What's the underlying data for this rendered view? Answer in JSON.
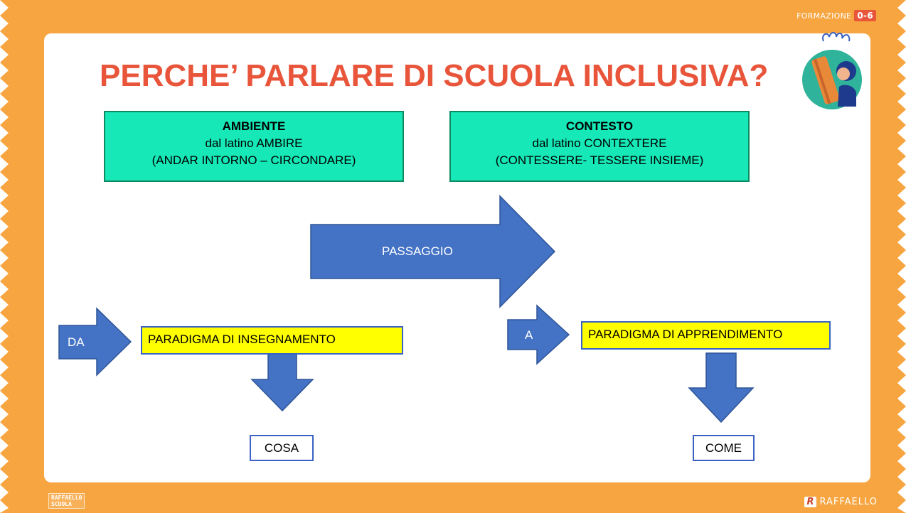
{
  "header": {
    "brand_label": "FORMAZIONE",
    "brand_age": "0-6"
  },
  "title": "PERCHE’ PARLARE DI SCUOLA INCLUSIVA?",
  "ambiente": {
    "heading": "AMBIENTE",
    "line1": "dal latino AMBIRE",
    "line2": "(ANDAR INTORNO – CIRCONDARE)"
  },
  "contesto": {
    "heading": "CONTESTO",
    "line1": "dal latino CONTEXTERE",
    "line2": "(CONTESSERE- TESSERE INSIEME)"
  },
  "arrows": {
    "passaggio": "PASSAGGIO",
    "da": "DA",
    "a": "A"
  },
  "paradigms": {
    "insegnamento": "PARADIGMA DI INSEGNAMENTO",
    "apprendimento": "PARADIGMA DI APPRENDIMENTO"
  },
  "results": {
    "cosa": "COSA",
    "come": "COME"
  },
  "footer": {
    "left_logo_line1": "RAFFAELLO",
    "left_logo_line2": "SCUOLA",
    "right_logo_mark": "R",
    "right_logo_text": "RAFFAELLO"
  },
  "colors": {
    "frame": "#f7a540",
    "title": "#e8553a",
    "green_box": "#16e8b7",
    "yellow_box": "#ffff00",
    "arrow": "#4472c4"
  }
}
